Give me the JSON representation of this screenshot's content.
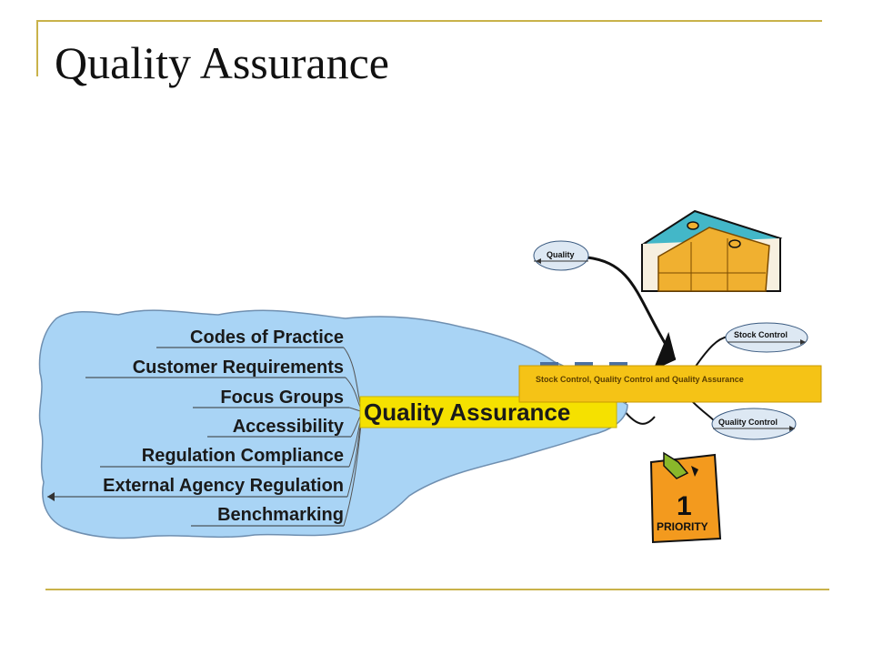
{
  "slide": {
    "title": "Quality Assurance"
  },
  "mindmap": {
    "main_node": "Quality Assurance",
    "branches": [
      "Codes of Practice",
      "Customer Requirements",
      "Focus Groups",
      "Accessibility",
      "Regulation Compliance",
      "External Agency Regulation",
      "Benchmarking"
    ],
    "central_topic": "Stock Control, Quality Control and Quality Assurance",
    "bubbles": {
      "quality": "Quality",
      "stock_control": "Stock Control",
      "quality_control": "Quality Control"
    },
    "priority_card": {
      "number": "1",
      "label": "PRIORITY"
    }
  },
  "colors": {
    "accent_line": "#c9b24a",
    "cloud": "#a9d4f5",
    "node_yellow": "#f5e100",
    "central_box": "#f5c316",
    "priority_orange": "#f39a1e",
    "warehouse_teal": "#43b7c8",
    "crates": "#f0b030"
  }
}
